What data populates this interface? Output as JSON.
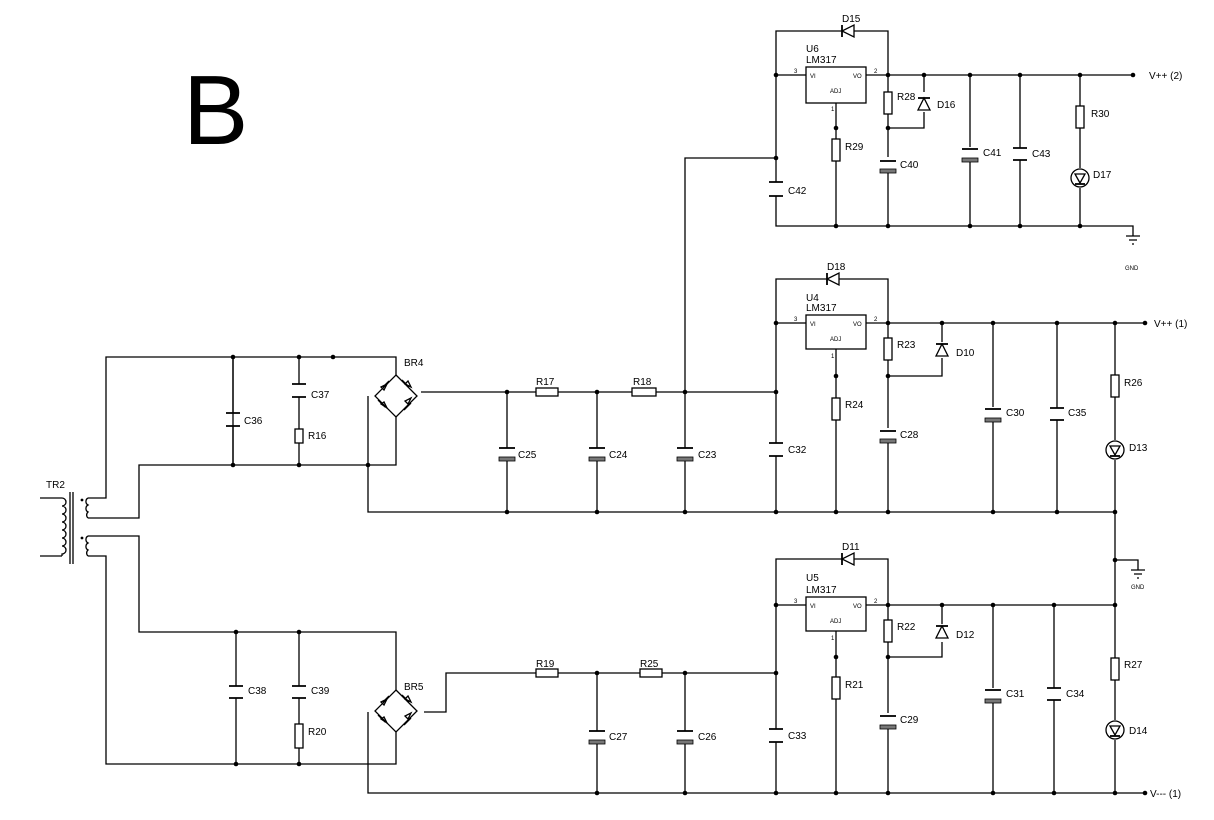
{
  "figure": {
    "panel_letter": "B",
    "regulators": [
      {
        "ref": "U6",
        "part": "LM317",
        "pins": {
          "in": "VI",
          "out": "VO",
          "adj": "ADJ",
          "in_no": "3",
          "out_no": "2",
          "adj_no": "1"
        }
      },
      {
        "ref": "U4",
        "part": "LM317",
        "pins": {
          "in": "VI",
          "out": "VO",
          "adj": "ADJ",
          "in_no": "3",
          "out_no": "2",
          "adj_no": "1"
        }
      },
      {
        "ref": "U5",
        "part": "LM317",
        "pins": {
          "in": "VI",
          "out": "VO",
          "adj": "ADJ",
          "in_no": "3",
          "out_no": "2",
          "adj_no": "1"
        }
      }
    ],
    "rails": {
      "vpp2": "V++ (2)",
      "vpp1": "V++ (1)",
      "vmm1": "V--- (1)",
      "gnd": "GND"
    },
    "components": {
      "TR2": "TR2",
      "BR4": "BR4",
      "BR5": "BR5",
      "C36": "C36",
      "C37": "C37",
      "R16": "R16",
      "C38": "C38",
      "C39": "C39",
      "R20": "R20",
      "C25": "C25",
      "R17": "R17",
      "C24": "C24",
      "R18": "R18",
      "C23": "C23",
      "C32": "C32",
      "R19": "R19",
      "C27": "C27",
      "R25": "R25",
      "C26": "C26",
      "C33": "C33",
      "C42": "C42",
      "D15": "D15",
      "R28": "R28",
      "D16": "D16",
      "R29": "R29",
      "C40": "C40",
      "C41": "C41",
      "C43": "C43",
      "R30": "R30",
      "D17": "D17",
      "D18": "D18",
      "R23": "R23",
      "D10": "D10",
      "R24": "R24",
      "C28": "C28",
      "C30": "C30",
      "C35": "C35",
      "R26": "R26",
      "D13": "D13",
      "D11": "D11",
      "R22": "R22",
      "D12": "D12",
      "R21": "R21",
      "C29": "C29",
      "C31": "C31",
      "C34": "C34",
      "R27": "R27",
      "D14": "D14"
    }
  }
}
